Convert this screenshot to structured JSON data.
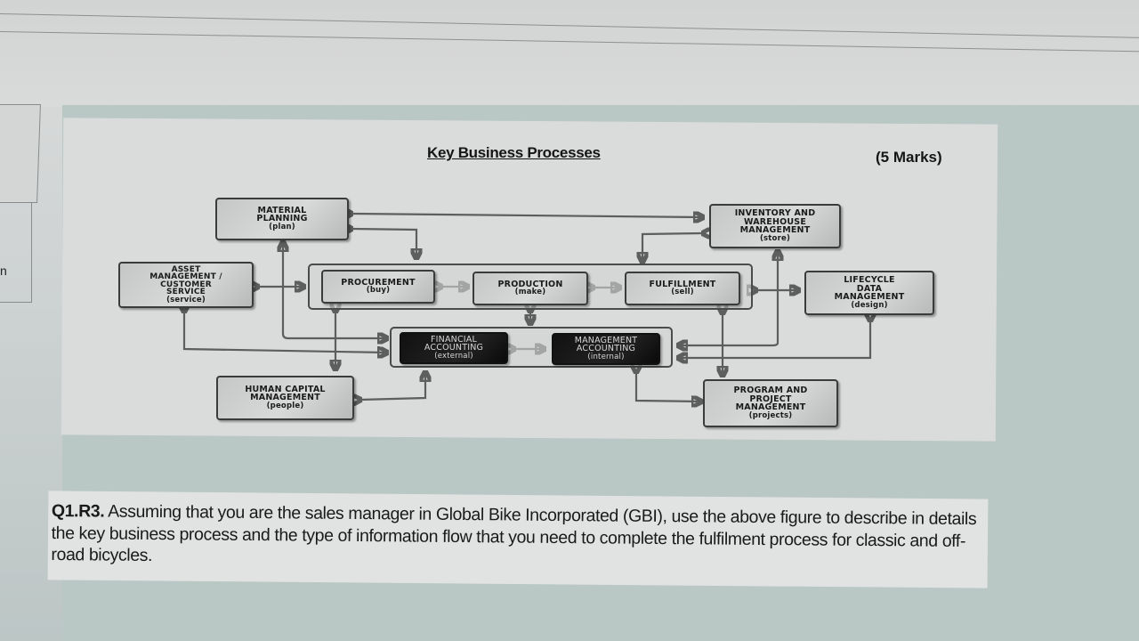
{
  "side": {
    "partial_char": "n"
  },
  "figure": {
    "title": "Key Business Processes",
    "marks": "(5 Marks)",
    "boxes": {
      "material_planning": {
        "lines": [
          "MATERIAL",
          "PLANNING"
        ],
        "sub": "(plan)"
      },
      "asset_management": {
        "lines": [
          "ASSET",
          "MANAGEMENT /",
          "CUSTOMER",
          "SERVICE"
        ],
        "sub": "(service)"
      },
      "procurement": {
        "lines": [
          "PROCUREMENT"
        ],
        "sub": "(buy)"
      },
      "production": {
        "lines": [
          "PRODUCTION"
        ],
        "sub": "(make)"
      },
      "fulfillment": {
        "lines": [
          "FULFILLMENT"
        ],
        "sub": "(sell)"
      },
      "inventory": {
        "lines": [
          "INVENTORY AND",
          "WAREHOUSE",
          "MANAGEMENT"
        ],
        "sub": "(store)"
      },
      "lifecycle": {
        "lines": [
          "LIFECYCLE",
          "DATA",
          "MANAGEMENT"
        ],
        "sub": "(design)"
      },
      "financial_accounting": {
        "lines": [
          "FINANCIAL",
          "ACCOUNTING"
        ],
        "sub": "(external)"
      },
      "management_accounting": {
        "lines": [
          "MANAGEMENT",
          "ACCOUNTING"
        ],
        "sub": "(internal)"
      },
      "human_capital": {
        "lines": [
          "HUMAN CAPITAL",
          "MANAGEMENT"
        ],
        "sub": "(people)"
      },
      "program_project": {
        "lines": [
          "PROGRAM AND",
          "PROJECT",
          "MANAGEMENT"
        ],
        "sub": "(projects)"
      }
    }
  },
  "question": {
    "id": "Q1.R3.",
    "text": " Assuming that you are the sales manager in Global Bike Incorporated (GBI), use the above figure to describe in details the key business process and the type of information flow that you need to complete the fulfilment process for classic and off-road bicycles."
  },
  "colors": {
    "box_fill": "#d0d1d1",
    "box_border": "#3a3b3b",
    "dark_box_fill": "#151515",
    "connector": "#5d5e5e",
    "page_tint": "#b9c7c5"
  }
}
